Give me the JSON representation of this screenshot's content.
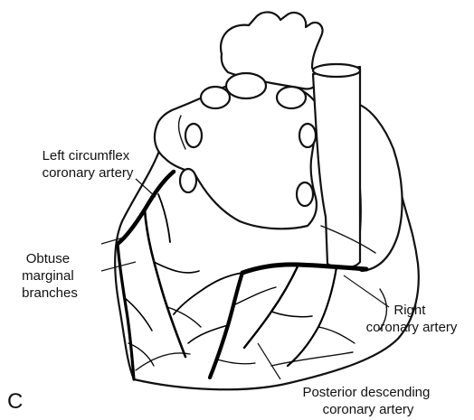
{
  "labels": {
    "left_circumflex": [
      "Left circumflex",
      "coronary artery"
    ],
    "obtuse_marginal": [
      "Obtuse",
      "marginal",
      "branches"
    ],
    "right_coronary": [
      "Right",
      "coronary artery"
    ],
    "posterior_descending": [
      "Posterior descending",
      "coronary artery"
    ]
  },
  "panel_letter": "C"
}
